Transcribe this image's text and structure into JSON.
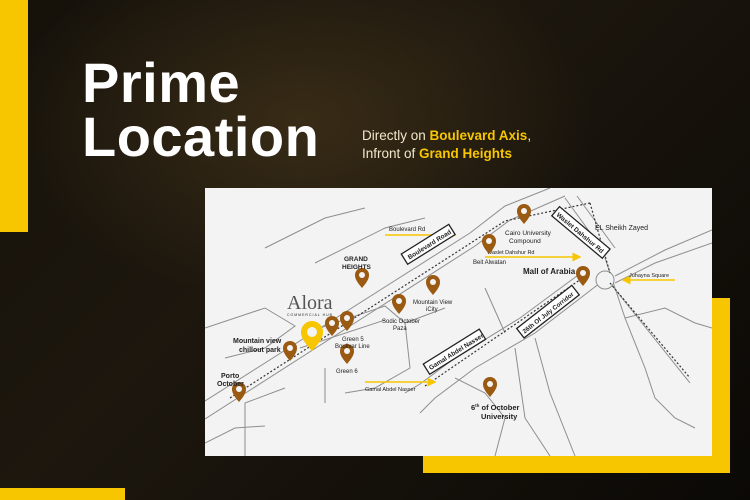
{
  "heading": {
    "line1": "Prime",
    "line2": "Location"
  },
  "subtitle": {
    "prefix1": "Directly on ",
    "highlight1": "Boulevard Axis",
    "suffix1": ",",
    "prefix2": "Infront of ",
    "highlight2": "Grand Heights"
  },
  "colors": {
    "accent": "#f7c600",
    "pin": "#9a5a12",
    "brand_pin": "#f7c600",
    "background": "#0e0b07"
  },
  "map": {
    "brand": {
      "name": "Alora",
      "tagline": "COMMERCIAL HUB"
    },
    "roads": {
      "boulevard": "Boulevard Road",
      "waslet": "Waslet Dahshur Rd",
      "gamal": "Gamal Abdel Nasser",
      "july": "26th Of July Corridor"
    },
    "arrows": {
      "boulevard_rd": "Boulevard Rd",
      "waslet_rd": "Waslet Dahshur Rd",
      "gamal": "Gamal Abdel Nasser",
      "juhayna": "Juhayna Square"
    },
    "places": {
      "cairo_univ": "Cairo University Compound",
      "beit_alwatan": "Beit Alwatan",
      "sheikh_zayed": "EL Sheikh Zayed",
      "mall_of_arabia": "Mall of Arabia",
      "grand_heights": "GRAND HEIGHTS",
      "mountain_icity": "Mountain View iCity",
      "sodic": "Sodic October Paza",
      "green5": "Green 5 Boulivar Line",
      "green6": "Green 6",
      "mountain_chillout": "Mountain view chillout park",
      "porto": "Porto October",
      "university": "6th of October University"
    }
  }
}
